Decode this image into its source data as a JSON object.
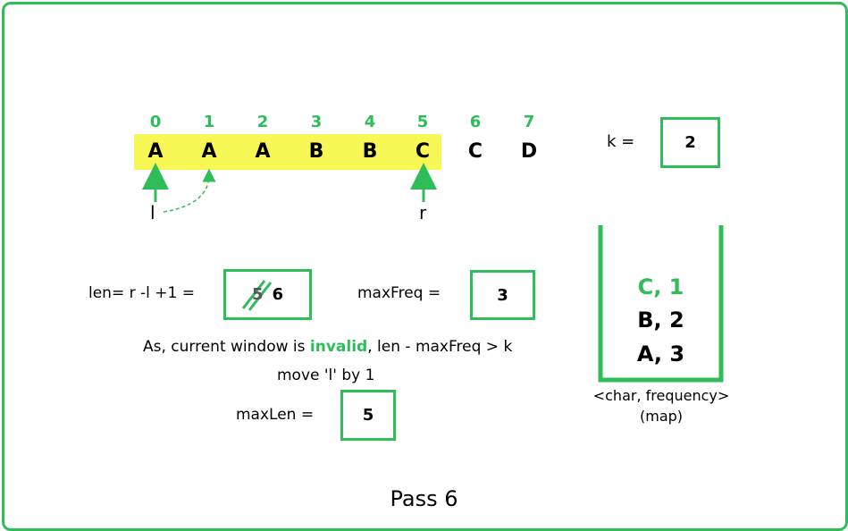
{
  "array": {
    "indices": [
      "0",
      "1",
      "2",
      "3",
      "4",
      "5",
      "6",
      "7"
    ],
    "chars": [
      "A",
      "A",
      "A",
      "B",
      "B",
      "C",
      "C",
      "D"
    ],
    "window_start": 0,
    "window_end": 5
  },
  "pointers": {
    "left_label": "l",
    "right_label": "r"
  },
  "k": {
    "label": "k =",
    "value": "2"
  },
  "len": {
    "label": "len= r -l +1  =",
    "old_value": "5",
    "value": "6"
  },
  "maxFreq": {
    "label": "maxFreq =",
    "value": "3"
  },
  "note": {
    "line1_prefix": "As, current window is ",
    "line1_highlight": "invalid",
    "line1_suffix": ", len - maxFreq  > k",
    "line2": "move 'l' by 1"
  },
  "maxLen": {
    "label": "maxLen =",
    "value": "5"
  },
  "map": {
    "entries": [
      "C, 1",
      "B, 2",
      "A, 3"
    ],
    "caption_line1": "<char, frequency>",
    "caption_line2": "(map)"
  },
  "title": "Pass 6",
  "colors": {
    "accent": "#2ebd59",
    "window_highlight": "#f7f756"
  }
}
